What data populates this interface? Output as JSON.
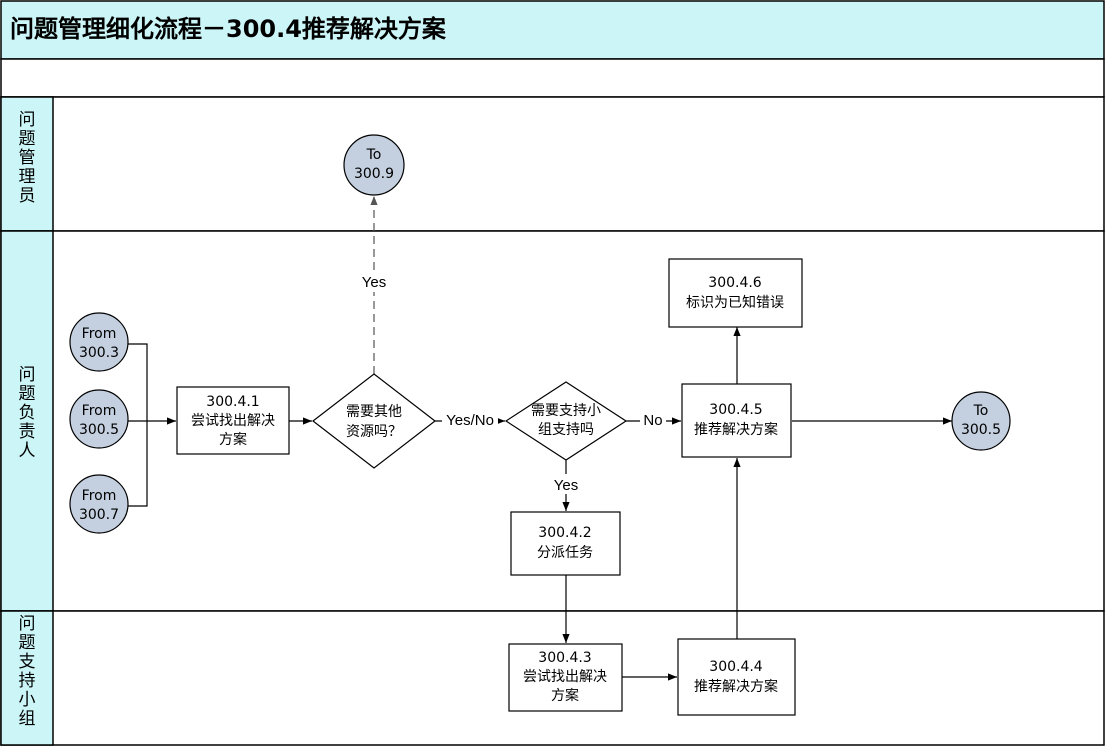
{
  "title": "问题管理细化流程－300.4推荐解决方案",
  "colors": {
    "header_fill": "#CCF5F7",
    "lane_header_fill": "#CCF5F7",
    "connector_fill": "#C4D0DF",
    "border": "#000000",
    "line": "#000000",
    "dashed_line": "#555555"
  },
  "lanes": [
    {
      "id": "lane-manager",
      "label": "问题管理员"
    },
    {
      "id": "lane-owner",
      "label": "问题负责人"
    },
    {
      "id": "lane-support",
      "label": "问题支持小组"
    }
  ],
  "connectors": {
    "to_300_9": [
      "To",
      "300.9"
    ],
    "from_300_3": [
      "From",
      "300.3"
    ],
    "from_300_5": [
      "From",
      "300.5"
    ],
    "from_300_7": [
      "From",
      "300.7"
    ],
    "to_300_5": [
      "To",
      "300.5"
    ]
  },
  "processes": {
    "p_300_4_1": [
      "300.4.1",
      "尝试找出解决",
      "方案"
    ],
    "p_300_4_2": [
      "300.4.2",
      "分派任务"
    ],
    "p_300_4_3": [
      "300.4.3",
      "尝试找出解决",
      "方案"
    ],
    "p_300_4_4": [
      "300.4.4",
      "推荐解决方案"
    ],
    "p_300_4_5": [
      "300.4.5",
      "推荐解决方案"
    ],
    "p_300_4_6": [
      "300.4.6",
      "标识为已知错误"
    ]
  },
  "decisions": {
    "d_other_resources": [
      "需要其他",
      "资源吗？"
    ],
    "d_need_support": [
      "需要支持小",
      "组支持吗"
    ]
  },
  "edge_labels": {
    "yes_up": "Yes",
    "yes_no": "Yes/No",
    "no": "No",
    "yes_down": "Yes"
  }
}
